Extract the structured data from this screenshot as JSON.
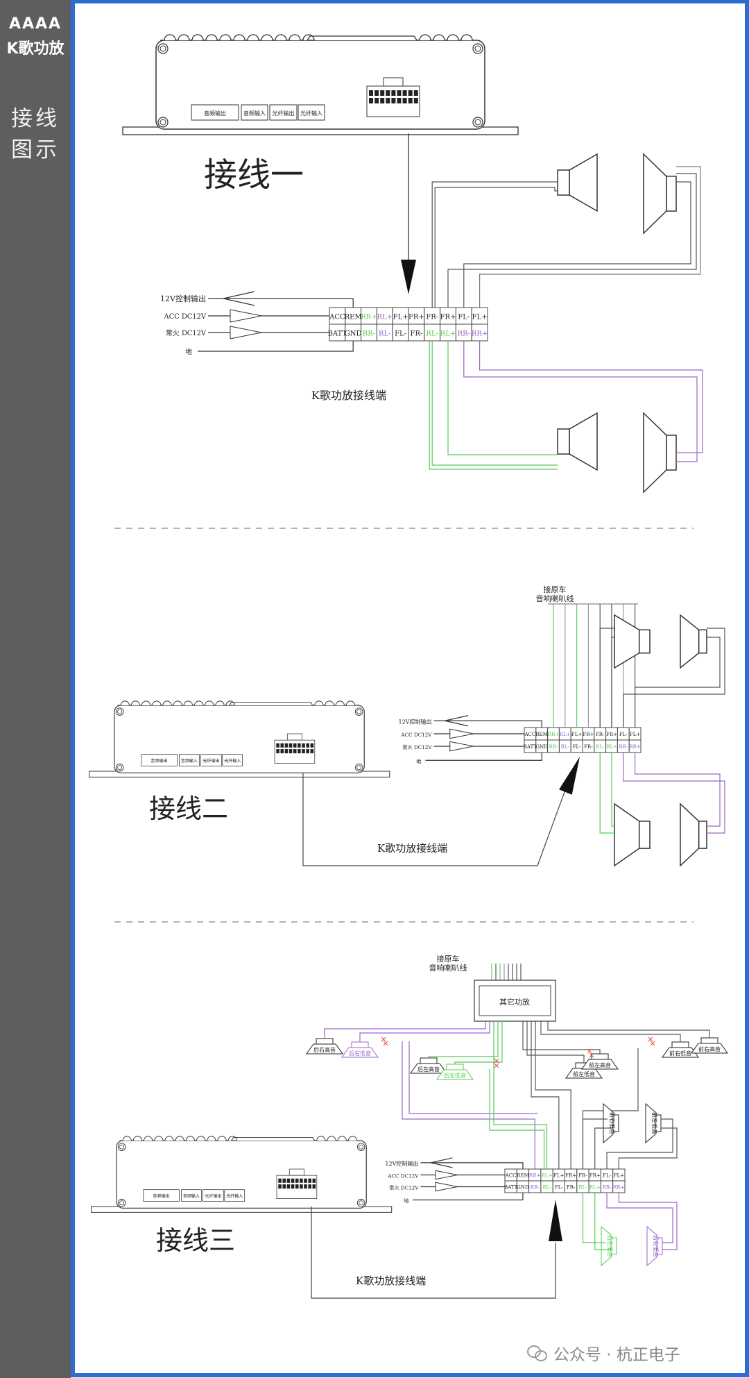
{
  "sidebar": {
    "brand_line1": "AAAA",
    "brand_line2": "K歌功放",
    "section_line1": "接线",
    "section_line2": "图示"
  },
  "amp_panel": [
    "音频输出",
    "音频输入",
    "光纤输出",
    "光纤输入"
  ],
  "control_labels": {
    "rem_out": "12V控制输出",
    "acc": "ACC DC12V",
    "batt": "常火 DC12V",
    "ground": "地"
  },
  "terminal_label": "K歌功放接线端",
  "colors": {
    "green": "#55cc55",
    "purple": "#9966cc",
    "wire": "#555555",
    "frame": "#2d6cd2"
  },
  "diagram1": {
    "title": "接线一",
    "terminal": {
      "top": [
        {
          "t": "ACC",
          "c": "k"
        },
        {
          "t": "REM",
          "c": "k"
        },
        {
          "t": "RR+",
          "c": "g"
        },
        {
          "t": "RL+",
          "c": "p"
        },
        {
          "t": "FL+",
          "c": "k"
        },
        {
          "t": "FR+",
          "c": "k"
        },
        {
          "t": "FR-",
          "c": "k"
        },
        {
          "t": "FR+",
          "c": "k"
        },
        {
          "t": "FL-",
          "c": "k"
        },
        {
          "t": "FL+",
          "c": "k"
        }
      ],
      "bottom": [
        {
          "t": "BATT",
          "c": "k"
        },
        {
          "t": "GND",
          "c": "k"
        },
        {
          "t": "RR-",
          "c": "g"
        },
        {
          "t": "RL-",
          "c": "p"
        },
        {
          "t": "FL-",
          "c": "k"
        },
        {
          "t": "FR-",
          "c": "k"
        },
        {
          "t": "RL-",
          "c": "g"
        },
        {
          "t": "RL+",
          "c": "g"
        },
        {
          "t": "RR-",
          "c": "p"
        },
        {
          "t": "RR+",
          "c": "p"
        }
      ]
    }
  },
  "diagram2": {
    "title": "接线二",
    "source_label": [
      "接原车",
      "音响喇叭线"
    ],
    "terminal": {
      "top": [
        {
          "t": "ACC",
          "c": "k"
        },
        {
          "t": "REM",
          "c": "k"
        },
        {
          "t": "RR+",
          "c": "g"
        },
        {
          "t": "RL+",
          "c": "p"
        },
        {
          "t": "FL+",
          "c": "k"
        },
        {
          "t": "FR+",
          "c": "k"
        },
        {
          "t": "FR-",
          "c": "k"
        },
        {
          "t": "FR+",
          "c": "k"
        },
        {
          "t": "FL-",
          "c": "k"
        },
        {
          "t": "FL+",
          "c": "k"
        }
      ],
      "bottom": [
        {
          "t": "BATT",
          "c": "k"
        },
        {
          "t": "GND",
          "c": "k"
        },
        {
          "t": "RR-",
          "c": "g"
        },
        {
          "t": "RL-",
          "c": "p"
        },
        {
          "t": "FL-",
          "c": "k"
        },
        {
          "t": "FR-",
          "c": "k"
        },
        {
          "t": "RL-",
          "c": "g"
        },
        {
          "t": "RL+",
          "c": "g"
        },
        {
          "t": "RR-",
          "c": "p"
        },
        {
          "t": "RR+",
          "c": "p"
        }
      ]
    }
  },
  "diagram3": {
    "title": "接线三",
    "source_label": [
      "接原车",
      "音响喇叭线"
    ],
    "other_amp": "其它功放",
    "speakers": [
      {
        "label": "后右高音",
        "c": "k"
      },
      {
        "label": "后右低音",
        "c": "p"
      },
      {
        "label": "后左高音",
        "c": "k"
      },
      {
        "label": "后左低音",
        "c": "g"
      },
      {
        "label": "前左低音",
        "c": "k"
      },
      {
        "label": "前左高音",
        "c": "k"
      },
      {
        "label": "前右低音",
        "c": "k"
      },
      {
        "label": "前右高音",
        "c": "k"
      }
    ],
    "vertical_speakers": [
      {
        "label": "前右低音",
        "c": "k"
      },
      {
        "label": "前左低音",
        "c": "k"
      },
      {
        "label": "后左低音",
        "c": "g"
      },
      {
        "label": "后右低音",
        "c": "p"
      }
    ],
    "terminal": {
      "top": [
        {
          "t": "ACC",
          "c": "k"
        },
        {
          "t": "REM",
          "c": "k"
        },
        {
          "t": "RR+",
          "c": "p"
        },
        {
          "t": "RL+",
          "c": "g"
        },
        {
          "t": "FL+",
          "c": "k"
        },
        {
          "t": "FR+",
          "c": "k"
        },
        {
          "t": "FR-",
          "c": "k"
        },
        {
          "t": "FR+",
          "c": "k"
        },
        {
          "t": "FL-",
          "c": "k"
        },
        {
          "t": "FL+",
          "c": "k"
        }
      ],
      "bottom": [
        {
          "t": "BATT",
          "c": "k"
        },
        {
          "t": "GND",
          "c": "k"
        },
        {
          "t": "RR-",
          "c": "p"
        },
        {
          "t": "RL-",
          "c": "g"
        },
        {
          "t": "FL-",
          "c": "k"
        },
        {
          "t": "FR-",
          "c": "k"
        },
        {
          "t": "RL-",
          "c": "g"
        },
        {
          "t": "RL+",
          "c": "g"
        },
        {
          "t": "RR-",
          "c": "p"
        },
        {
          "t": "RR+",
          "c": "p"
        }
      ]
    }
  },
  "watermark": {
    "text": "公众号 · 杭正电子",
    "icon": "wechat-icon"
  }
}
